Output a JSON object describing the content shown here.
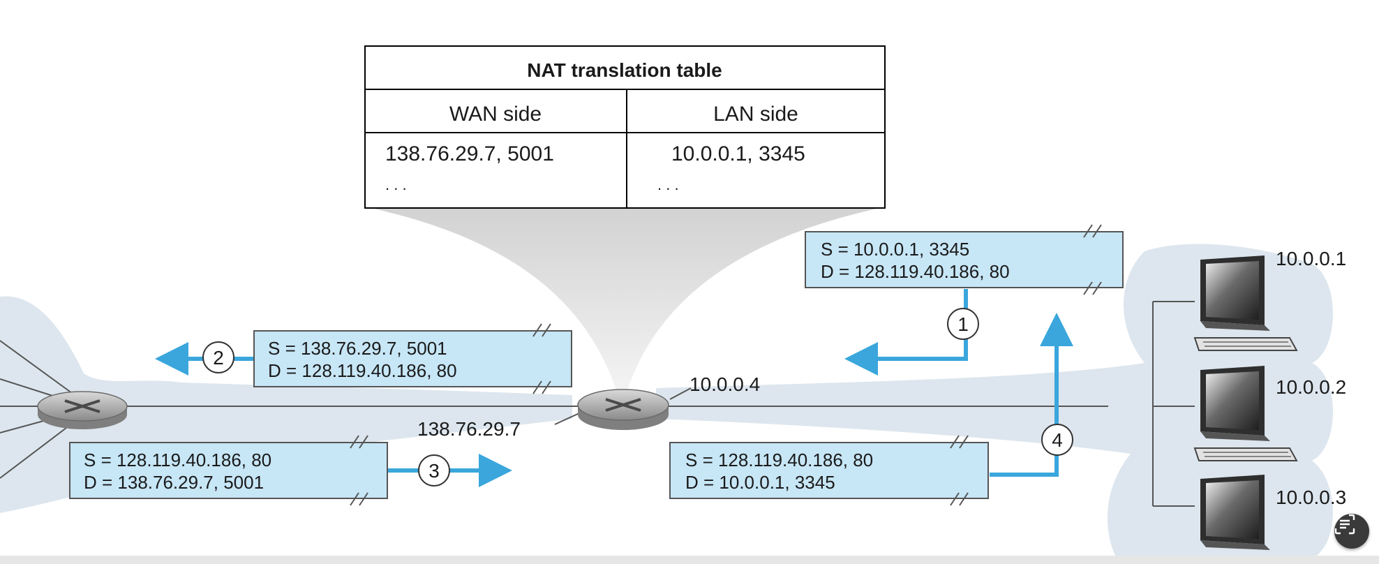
{
  "nat_table": {
    "title": "NAT translation table",
    "col_wan": "WAN side",
    "col_lan": "LAN side",
    "row1_wan": "138.76.29.7, 5001",
    "row1_lan": "10.0.0.1, 3345",
    "row2_wan": ". . .",
    "row2_lan": ". . ."
  },
  "packets": {
    "p1": {
      "s": "S = 10.0.0.1, 3345",
      "d": "D = 128.119.40.186, 80",
      "step": "1"
    },
    "p2": {
      "s": "S = 138.76.29.7, 5001",
      "d": "D = 128.119.40.186, 80",
      "step": "2"
    },
    "p3": {
      "s": "S = 128.119.40.186, 80",
      "d": "D = 138.76.29.7, 5001",
      "step": "3"
    },
    "p4": {
      "s": "S = 128.119.40.186, 80",
      "d": "D = 10.0.0.1, 3345",
      "step": "4"
    }
  },
  "router": {
    "lan_ip": "10.0.0.4",
    "wan_ip": "138.76.29.7"
  },
  "hosts": [
    {
      "ip": "10.0.0.1",
      "icon": "computer-icon"
    },
    {
      "ip": "10.0.0.2",
      "icon": "computer-icon"
    },
    {
      "ip": "10.0.0.3",
      "icon": "computer-icon"
    }
  ],
  "colors": {
    "packet_fill": "#c7e6f6",
    "arrow": "#3aa6dc",
    "halo": "#dde6ee",
    "router": "#9a9a9a"
  },
  "ui": {
    "lens_icon": "text-scan-icon"
  }
}
